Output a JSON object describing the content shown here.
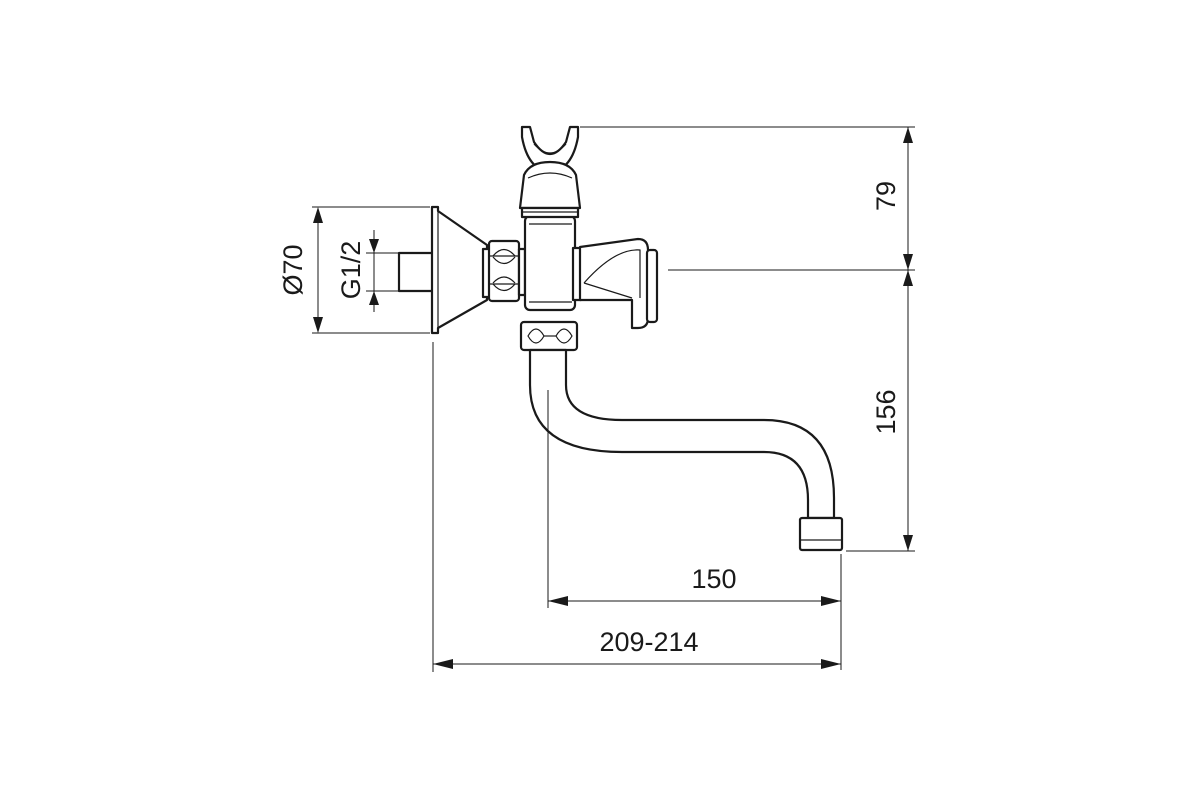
{
  "drawing": {
    "dimensions": {
      "flange_diameter": "Ø70",
      "thread": "G1/2",
      "holder_height": "79",
      "spout_height": "156",
      "spout_projection": "150",
      "overall_projection": "209-214"
    }
  }
}
